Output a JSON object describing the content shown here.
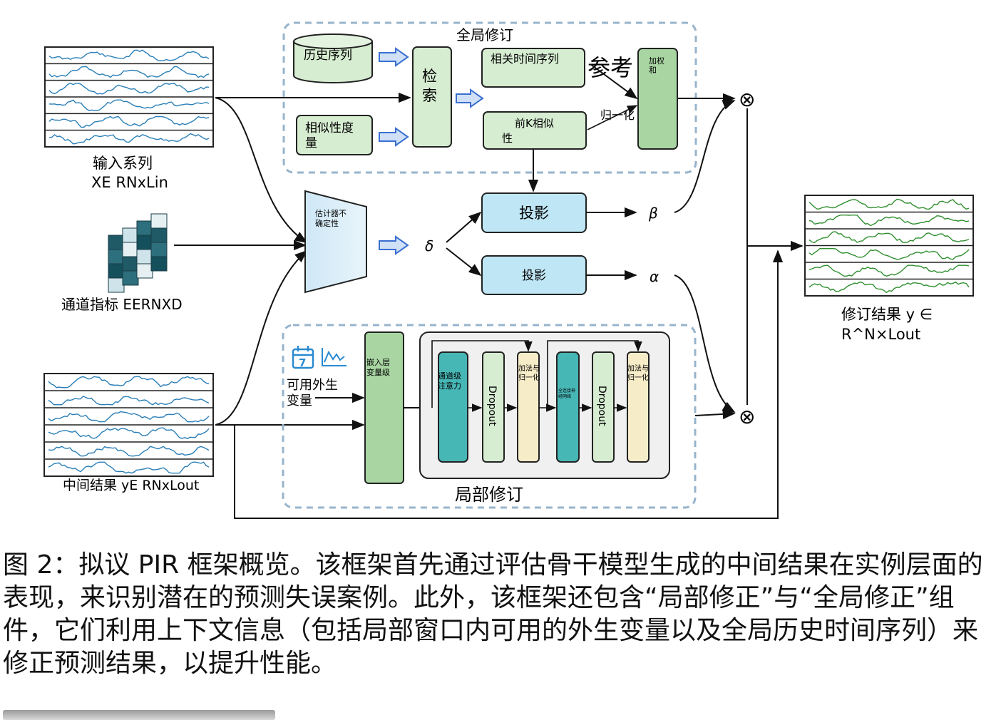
{
  "global_revision": {
    "title": "全局修订",
    "history_series": "历史序列",
    "similarity_metric": [
      "相似性度",
      "量"
    ],
    "retrieval": [
      "检",
      "索"
    ],
    "related_series": "相关时间序列",
    "topk_similarity": [
      "前K相似",
      "性"
    ],
    "reference": "参考",
    "normalize": "归一化",
    "weighted_sum": [
      "加权",
      "和"
    ]
  },
  "inputs": {
    "input_series": "输入系列",
    "input_series_shape": "XE RNxLin",
    "channel_indicator": "通道指标 EERNXD",
    "intermediate_result": "中间结果 yE RNxLout"
  },
  "estimator": {
    "label": [
      "估计器不",
      "确定性"
    ],
    "delta": "δ",
    "projection_top": "投影",
    "projection_bottom": "投影",
    "beta": "β",
    "alpha": "α"
  },
  "local_revision": {
    "title": "局部修订",
    "exogenous": [
      "可用外生",
      "变量"
    ],
    "embedding": [
      "嵌入层",
      "变量级"
    ],
    "channel_attention": [
      "通道级",
      "注意力"
    ],
    "dropout": "Dropout",
    "add_norm": [
      "加法与",
      "归一化"
    ],
    "fc_network": [
      "全连接神",
      "经网络"
    ],
    "calendar_day": "7"
  },
  "output": {
    "label": "修订结果 y ∈",
    "shape": "R^N×Lout",
    "otimes": "⊗"
  },
  "caption": "图 2：拟议 PIR 框架概览。该框架首先通过评估骨干模型生成的中间结果在实例层面的表现，来识别潜在的预测失误案例。此外，该框架还包含“局部修正”与“全局修正”组件，它们利用上下文信息（包括局部窗口内可用的外生变量以及全局历史时间序列）来修正预测结果，以提升性能。",
  "colors": {
    "green_box": "#d7edd2",
    "blue_box": "#bfe6f5",
    "teal": "#47b7b6",
    "cream": "#f6ecc8",
    "dashed": "#97b4cc",
    "wave_blue": "#2a7fb8",
    "wave_green": "#2f8f2f",
    "dark_teal": "#1f5a66"
  }
}
